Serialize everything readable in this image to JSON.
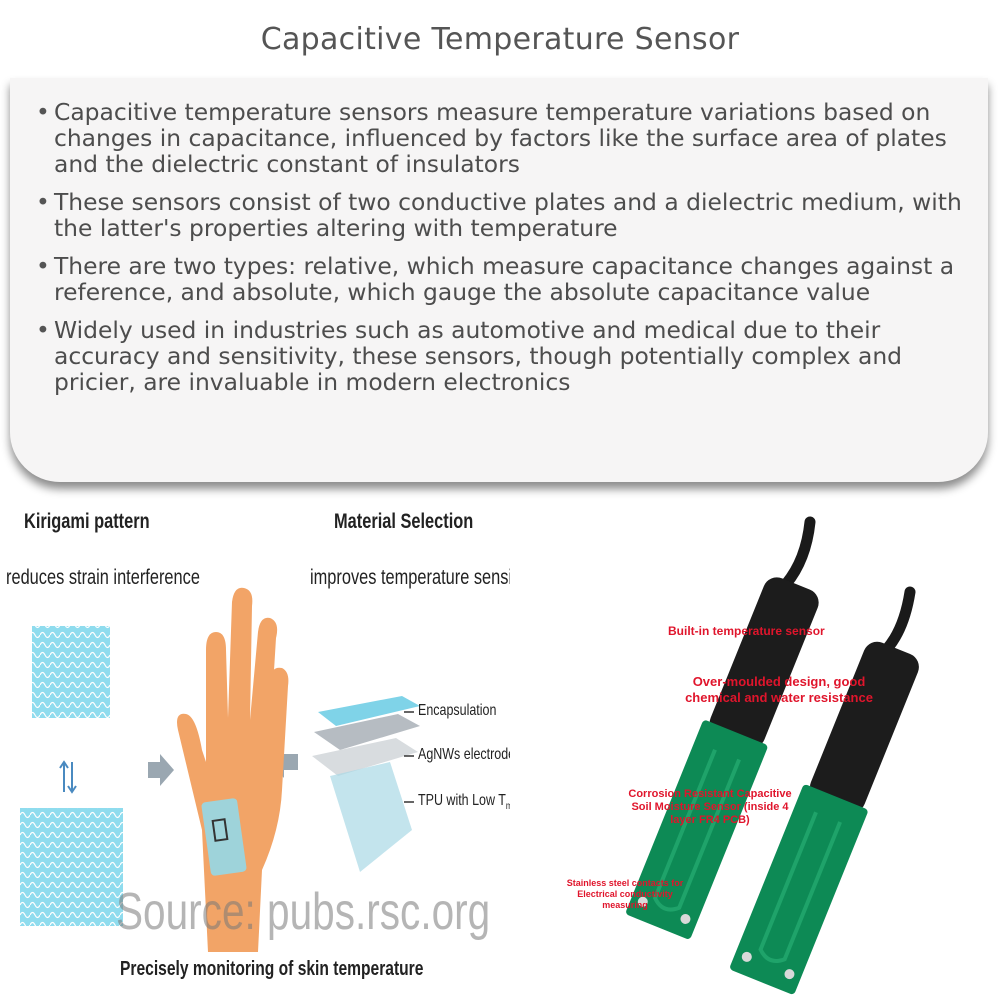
{
  "title": "Capacitive Temperature Sensor",
  "bullets": [
    "Capacitive temperature sensors measure temperature variations based on changes in capacitance, influenced by factors like the surface area of plates and the dielectric constant of insulators",
    "These sensors consist of two conductive plates and a dielectric medium, with the latter's properties altering with temperature",
    "There are two types: relative, which measure capacitance changes against a reference, and absolute, which gauge the absolute capacitance value",
    "Widely used in industries such as automotive and medical due to their accuracy and sensitivity, these sensors, though potentially complex and pricier, are invaluable in modern electronics"
  ],
  "figure_left": {
    "kirigami_title": "Kirigami pattern",
    "kirigami_sub": "reduces strain interference",
    "material_title": "Material Selection",
    "material_sub": "improves temperature sensitivity",
    "layer_1": "Encapsulation",
    "layer_2": "AgNWs electrodes",
    "layer_3": "TPU with Low T",
    "layer_3_sub": "m",
    "caption": "Precisely monitoring of skin temperature",
    "source": "Source: pubs.rsc.org",
    "colors": {
      "mesh": "#7fd3e8",
      "hand": "#f2a467",
      "arrow": "#9aa7b1"
    }
  },
  "figure_right": {
    "label_1": "Built-in temperature sensor",
    "label_2": "Over-moulded design, good chemical and water resistance",
    "label_3": "Corrosion Resistant Capacitive Soil Moisture Sensor (inside 4 layer FR4 PCB)",
    "label_4": "Stainless steel contacts for Electrical conductivity measuring",
    "colors": {
      "pcb": "#0d8a55",
      "housing": "#1a1a1a",
      "label": "#e0152c"
    }
  }
}
